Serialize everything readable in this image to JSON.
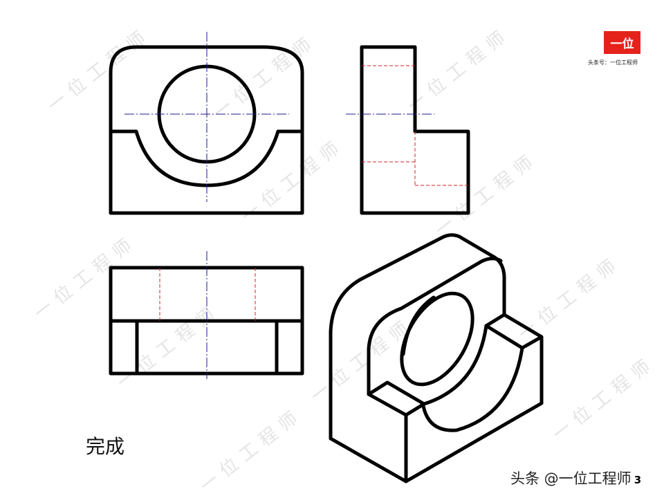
{
  "watermark": {
    "text": "一位工程师"
  },
  "logo": {
    "text": "一位",
    "subtitle": "头条号：一位工程师",
    "color": "#e5231b"
  },
  "caption": "完成",
  "footer": {
    "text": "头条 @一位工程师",
    "page_number": "3"
  },
  "colors": {
    "outline": "#000000",
    "centerline": "#1a1a8c",
    "hidden_line": "#d62020"
  }
}
